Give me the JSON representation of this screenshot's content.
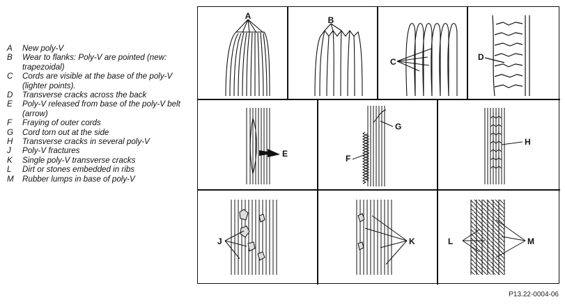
{
  "legend": [
    {
      "key": "A",
      "text": "New poly-V"
    },
    {
      "key": "B",
      "text": "Wear to flanks: Poly-V are pointed (new: trapezoidal)"
    },
    {
      "key": "C",
      "text": "Cords are visible at the base of the poly-V (lighter points)."
    },
    {
      "key": "D",
      "text": "Transverse cracks across the back"
    },
    {
      "key": "E",
      "text": "Poly-V released from base of the poly-V belt (arrow)"
    },
    {
      "key": "F",
      "text": "Fraying of outer cords"
    },
    {
      "key": "G",
      "text": "Cord torn out at the side"
    },
    {
      "key": "H",
      "text": "Transverse cracks in several poly-V"
    },
    {
      "key": "J",
      "text": "Poly-V fractures"
    },
    {
      "key": "K",
      "text": "Single poly-V transverse cracks"
    },
    {
      "key": "L",
      "text": "Dirt or stones embedded in ribs"
    },
    {
      "key": "M",
      "text": "Rubber lumps in base of poly-V"
    }
  ],
  "figure_labels": {
    "A": "A",
    "B": "B",
    "C": "C",
    "D": "D",
    "E": "E",
    "F": "F",
    "G": "G",
    "H": "H",
    "J": "J",
    "K": "K",
    "L": "L",
    "M": "M"
  },
  "figure_code": "P13.22-0004-06"
}
